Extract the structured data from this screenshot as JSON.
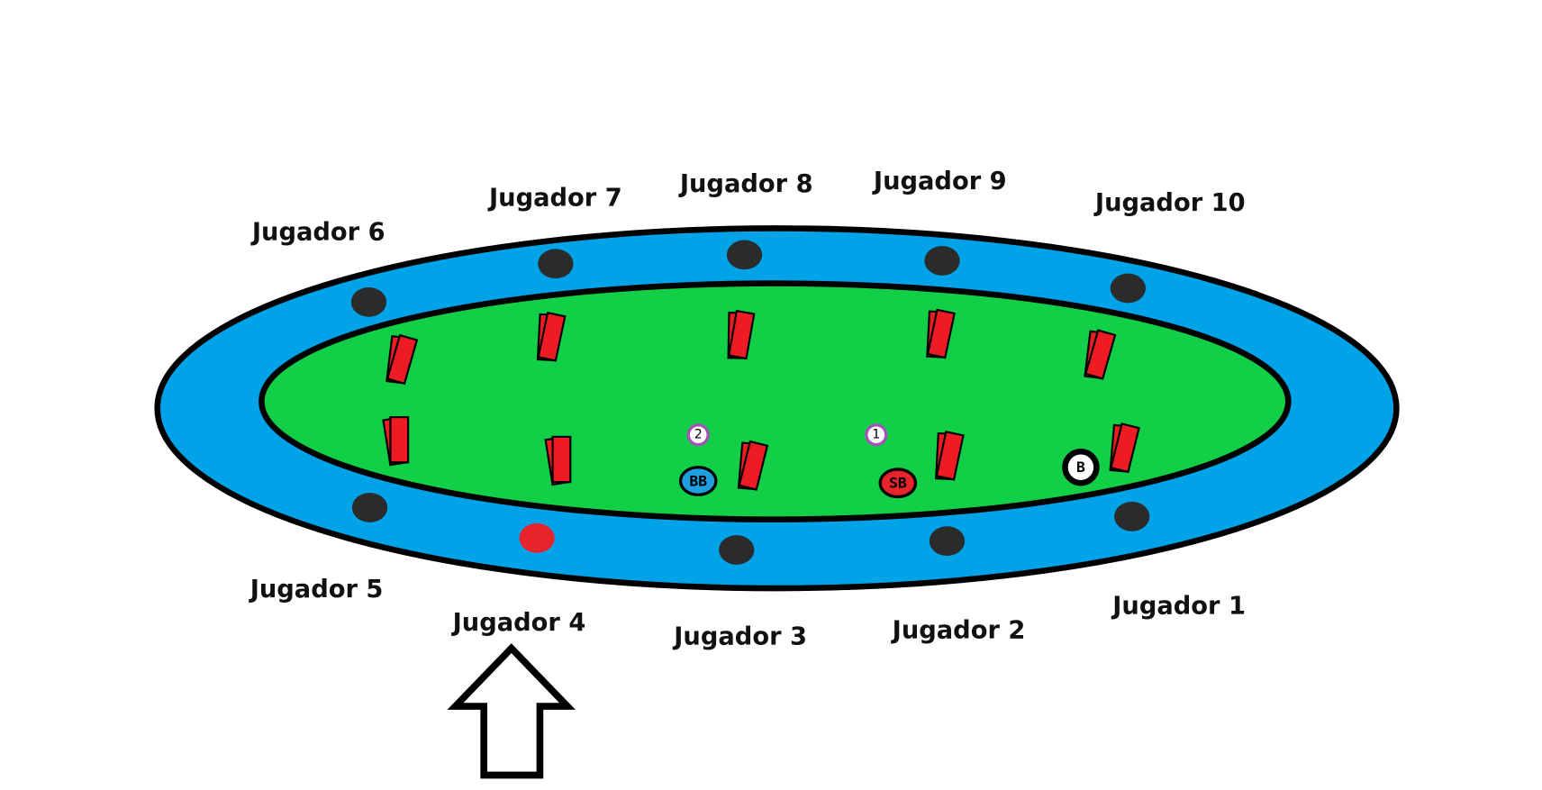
{
  "colors": {
    "rail": "#00a2e8",
    "felt": "#12cf48",
    "card": "#ed1c24",
    "seat": "#2b2b2b",
    "active_seat": "#e8232b",
    "big_blind": "#1ea0e0",
    "small_blind": "#e8232b",
    "order_ring": "#a352b8"
  },
  "players": [
    {
      "label": "Jugador 1"
    },
    {
      "label": "Jugador 2"
    },
    {
      "label": "Jugador 3"
    },
    {
      "label": "Jugador 4"
    },
    {
      "label": "Jugador 5"
    },
    {
      "label": "Jugador 6"
    },
    {
      "label": "Jugador 7"
    },
    {
      "label": "Jugador 8"
    },
    {
      "label": "Jugador 9"
    },
    {
      "label": "Jugador 10"
    }
  ],
  "active_player": "Jugador 4",
  "buttons": {
    "big_blind": "BB",
    "small_blind": "SB",
    "dealer": "B"
  },
  "order_markers": [
    "1",
    "2"
  ],
  "pointer": "arrow-up-icon"
}
